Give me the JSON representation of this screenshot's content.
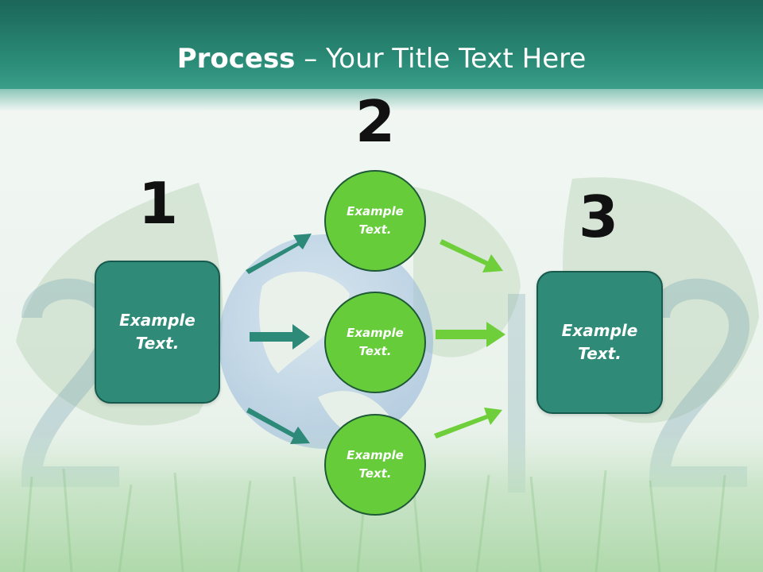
{
  "header": {
    "title_bold": "Process",
    "title_rest": " – Your Title Text Here"
  },
  "steps": {
    "one": "1",
    "two": "2",
    "three": "3"
  },
  "left_box": {
    "label": "Example Text."
  },
  "circles": [
    {
      "label": "Example Text."
    },
    {
      "label": "Example Text."
    },
    {
      "label": "Example Text."
    }
  ],
  "right_box": {
    "label": "Example Text."
  },
  "colors": {
    "header": "#2b8c78",
    "box_fill": "#2f8b78",
    "box_border": "#17594c",
    "circle_fill": "#66cc3a",
    "circle_border": "#1f5a36",
    "arrow_teal": "#2e8a78",
    "arrow_green": "#6fcf3a"
  }
}
